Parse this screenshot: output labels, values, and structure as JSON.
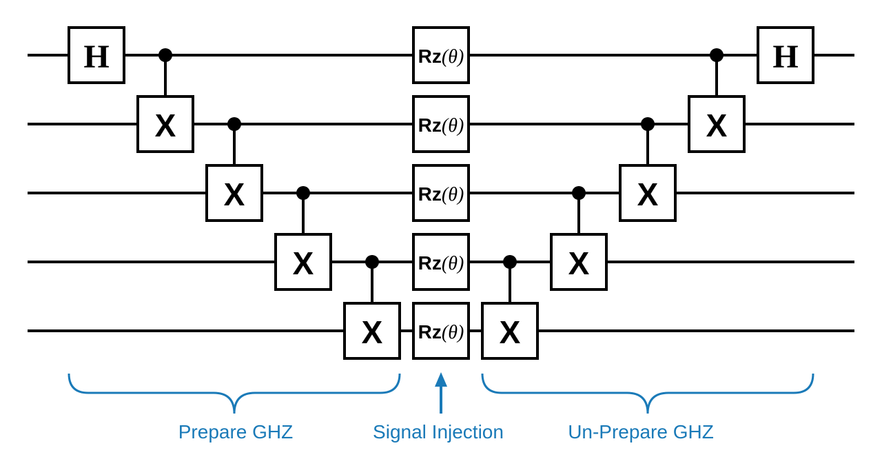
{
  "diagram": {
    "qubit_count": 5,
    "colors": {
      "wire": "#000000",
      "annotation": "#1a7ab8"
    },
    "gates": {
      "hadamard_label": "H",
      "not_label": "X",
      "rz_label": "Rz",
      "rz_param": "(θ)"
    },
    "labels": {
      "prepare": "Prepare GHZ",
      "inject": "Signal Injection",
      "unprepare": "Un-Prepare GHZ"
    }
  }
}
